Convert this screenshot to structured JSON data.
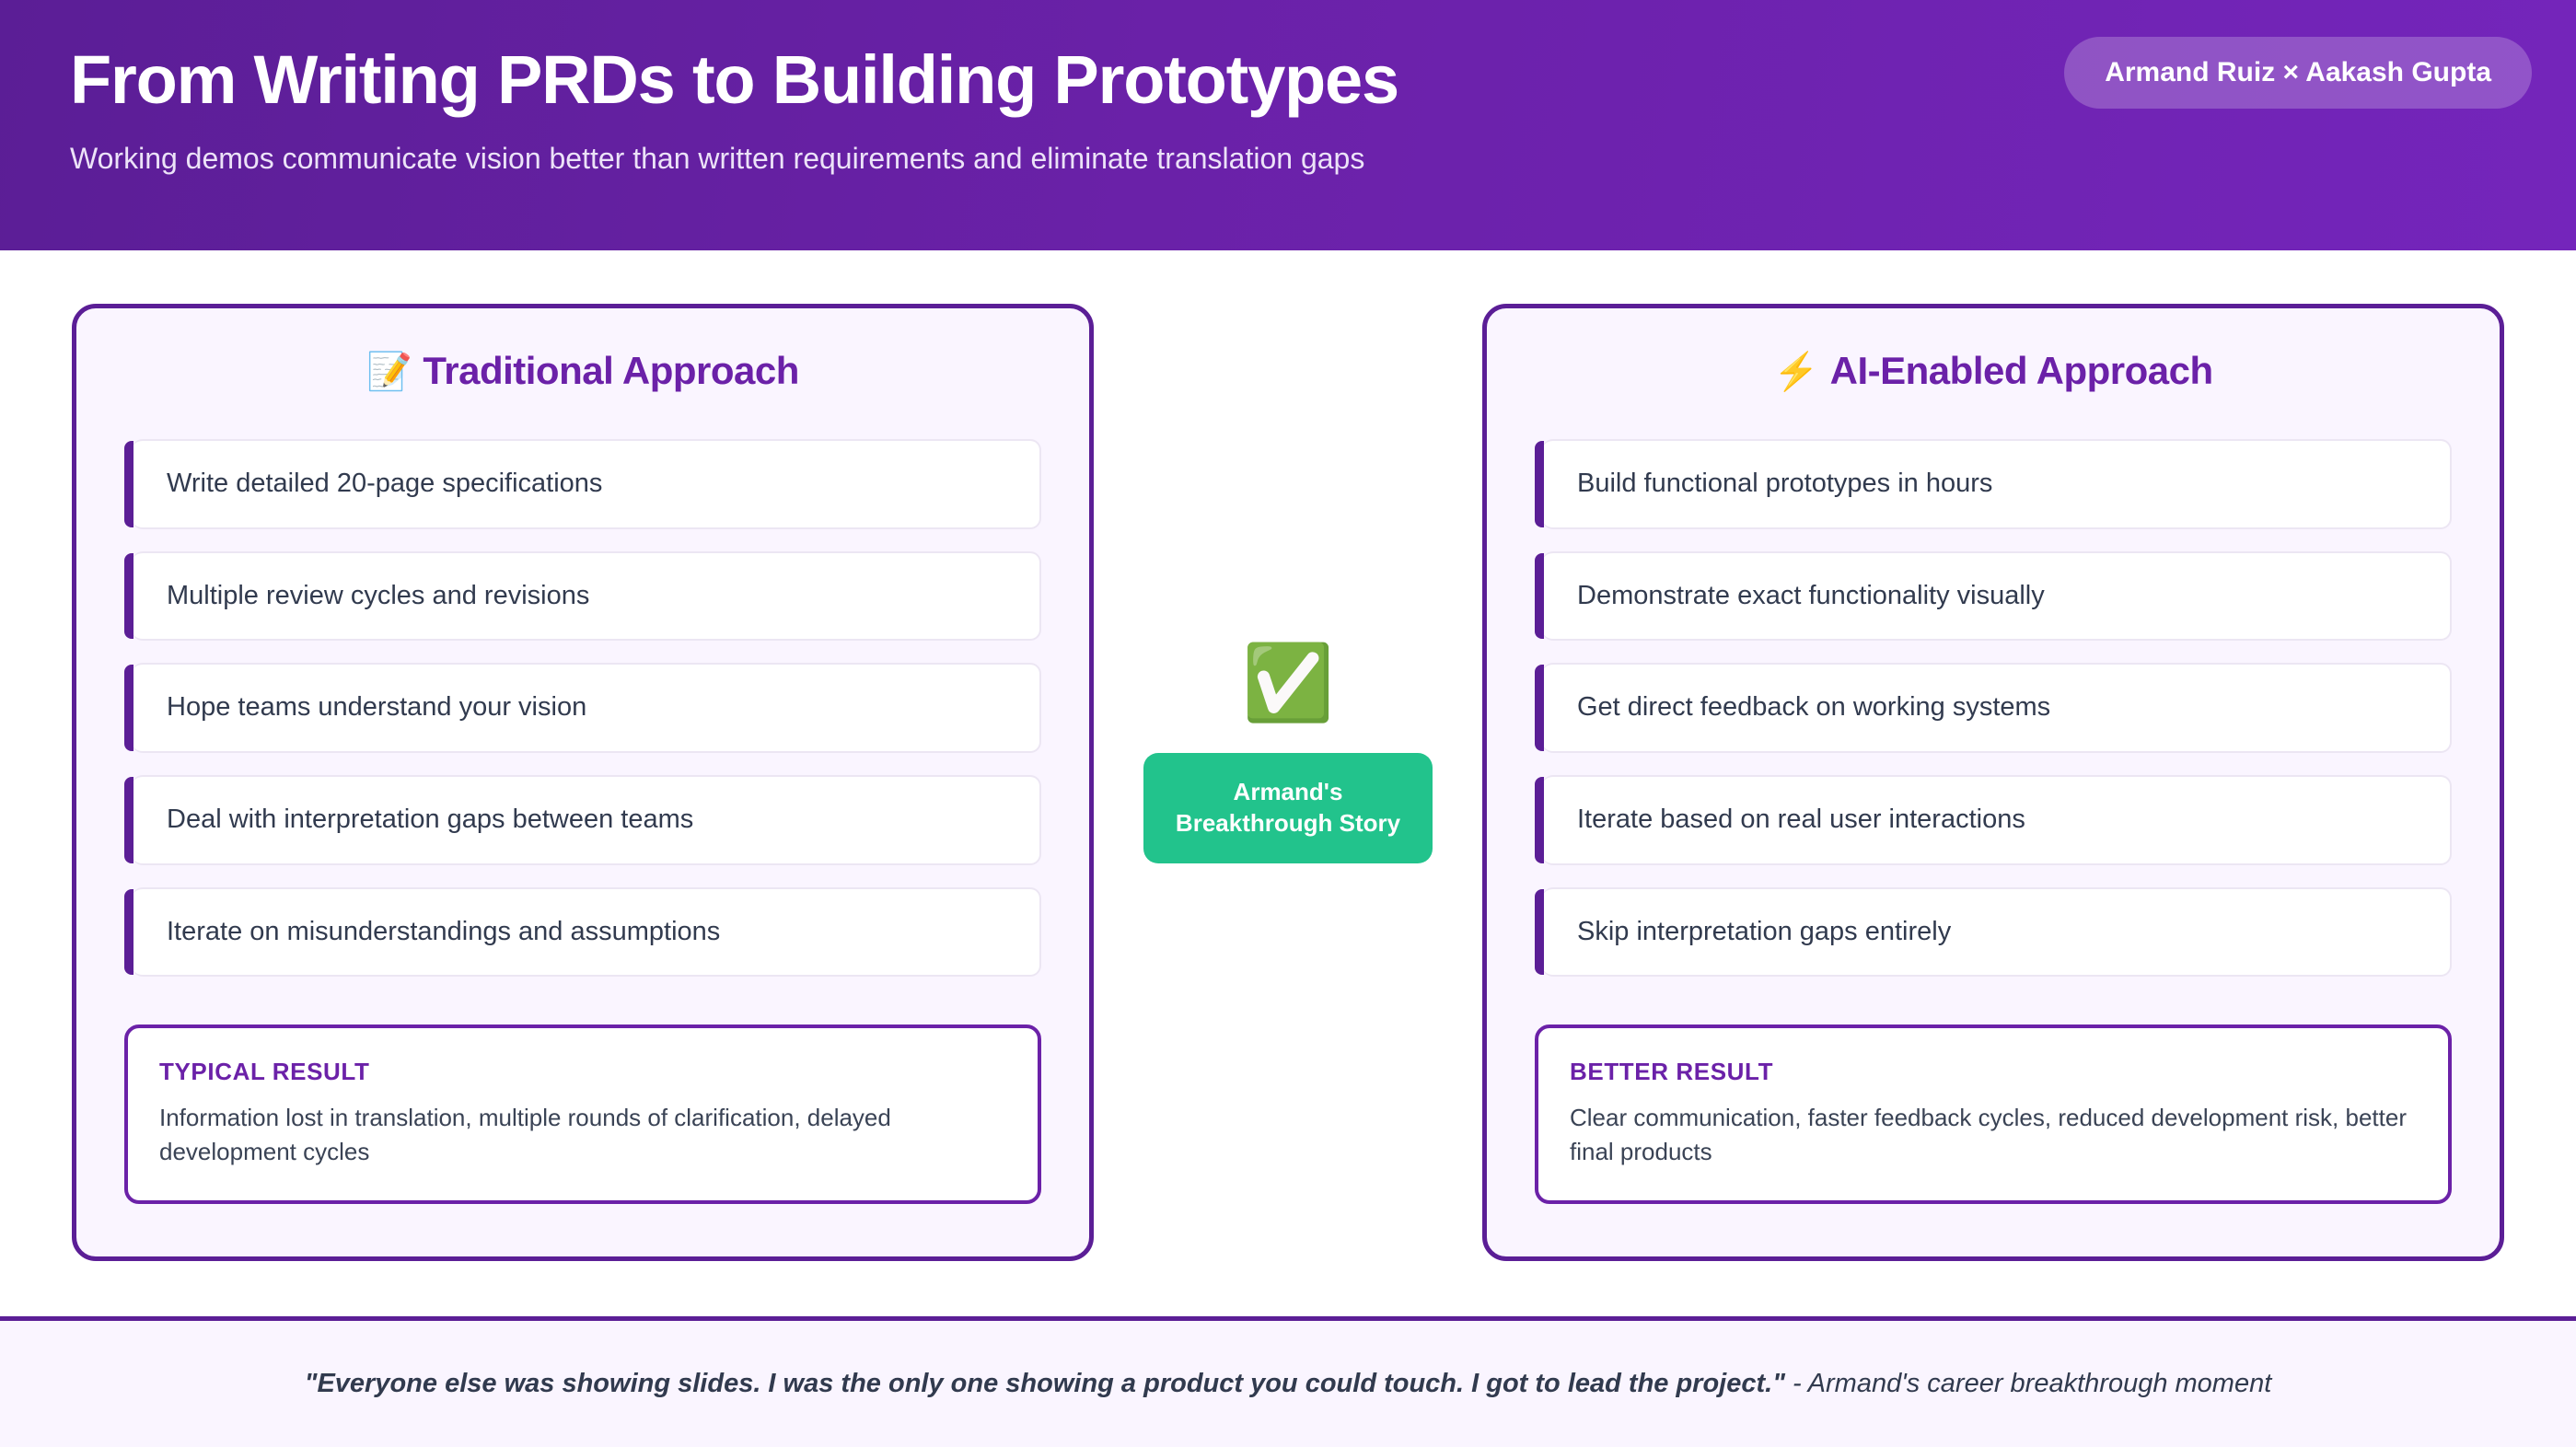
{
  "header": {
    "title": "From Writing PRDs to Building Prototypes",
    "subtitle": "Working demos communicate vision better than written requirements and eliminate translation gaps",
    "badge": "Armand Ruiz × Aakash Gupta",
    "gradient_from": "#5b1e96",
    "gradient_to": "#7425bb"
  },
  "left_card": {
    "emoji": "📝",
    "emoji_name": "memo-icon",
    "title": "Traditional Approach",
    "items": [
      "Write detailed 20-page specifications",
      "Multiple review cycles and revisions",
      "Hope teams understand your vision",
      "Deal with interpretation gaps between teams",
      "Iterate on misunderstandings and assumptions"
    ],
    "result_label": "TYPICAL RESULT",
    "result_text": "Information lost in translation, multiple rounds of clarification, delayed development cycles"
  },
  "center": {
    "check_emoji": "✅",
    "check_name": "white-check-mark-icon",
    "badge_line1": "Armand's",
    "badge_line2": "Breakthrough Story",
    "badge_color": "#22c38c"
  },
  "right_card": {
    "emoji": "⚡",
    "emoji_name": "lightning-bolt-icon",
    "title": "AI-Enabled Approach",
    "items": [
      "Build functional prototypes in hours",
      "Demonstrate exact functionality visually",
      "Get direct feedback on working systems",
      "Iterate based on real user interactions",
      "Skip interpretation gaps entirely"
    ],
    "result_label": "BETTER RESULT",
    "result_text": "Clear communication, faster feedback cycles, reduced development risk, better final products"
  },
  "footer": {
    "quote": "\"Everyone else was showing slides. I was the only one showing a product you could touch. I got to lead the project.\"",
    "attribution": " - Armand's career breakthrough moment"
  },
  "theme": {
    "accent_purple": "#5b1e96",
    "title_purple": "#6b21a8",
    "card_bg": "#faf5ff",
    "body_text": "#313a4e"
  }
}
